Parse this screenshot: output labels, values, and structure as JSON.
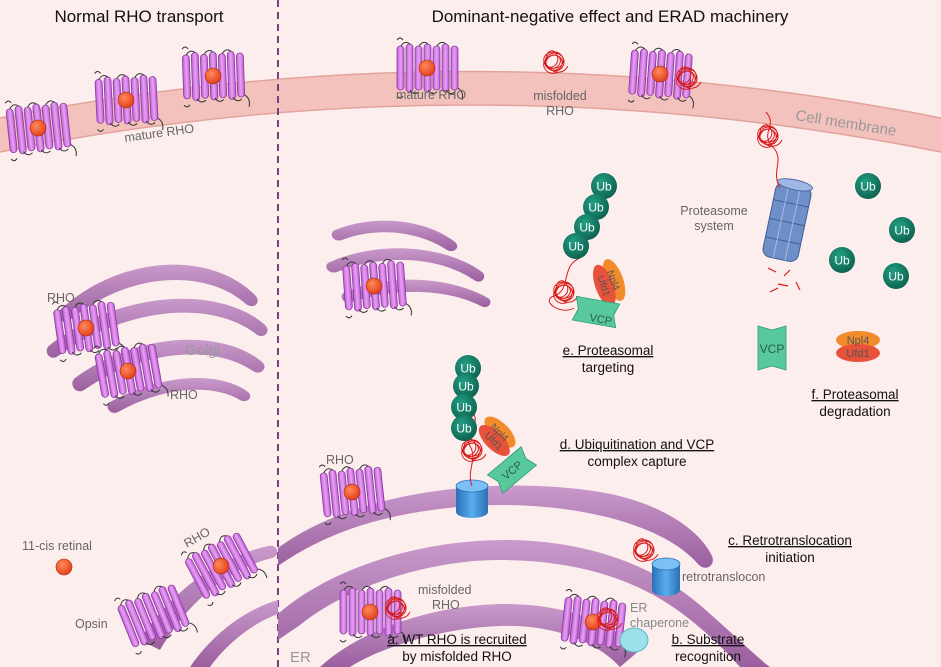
{
  "panels": {
    "left_title": "Normal RHO transport",
    "right_title": "Dominant-negative effect and ERAD machinery"
  },
  "labels": {
    "cell_membrane": "Cell membrane",
    "golgi": "Golgi",
    "er": "ER",
    "mature_rho_left": "mature RHO",
    "mature_rho_right": "mature RHO",
    "misfolded_rho_top_1": "misfolded",
    "misfolded_rho_top_2": "RHO",
    "rho_golgi_1": "RHO",
    "rho_golgi_2": "RHO",
    "rho_er_left": "RHO",
    "rho_er_right": "RHO",
    "cis_retinal": "11-cis retinal",
    "opsin": "Opsin",
    "misfolded_rho_er_1": "misfolded",
    "misfolded_rho_er_2": "RHO",
    "retrotranslocon": "retrotranslocon",
    "er_chaperone_1": "ER",
    "er_chaperone_2": "chaperone",
    "proteasome_1": "Proteasome",
    "proteasome_2": "system",
    "ub": "Ub",
    "npl4": "Npl4",
    "ufd1": "Ufd1",
    "vcp": "VCP"
  },
  "steps": {
    "a_1": "a. WT RHO is recruited",
    "a_2": "by misfolded RHO",
    "b_1": "b. Substrate",
    "b_2": "recognition",
    "c_1": "c. Retrotranslocation",
    "c_2": "initiation",
    "d_1": "d. Ubiquitination and VCP",
    "d_2": "complex capture",
    "e_1": "e. Proteasomal",
    "e_2": "targeting",
    "f_1": "f. Proteasomal",
    "f_2": "degradation"
  },
  "colors": {
    "background": "#fdeeee",
    "membrane": "#f3c2bd",
    "rho": "#d884ea",
    "retinal": "#f2542d",
    "ub": "#0f7a63",
    "vcp": "#58c99d",
    "npl4": "#f28b2c",
    "ufd1": "#e8513a",
    "channel": "#3d8fd6",
    "organelle": "#b37fb8",
    "misfolded": "#d81c1c"
  }
}
